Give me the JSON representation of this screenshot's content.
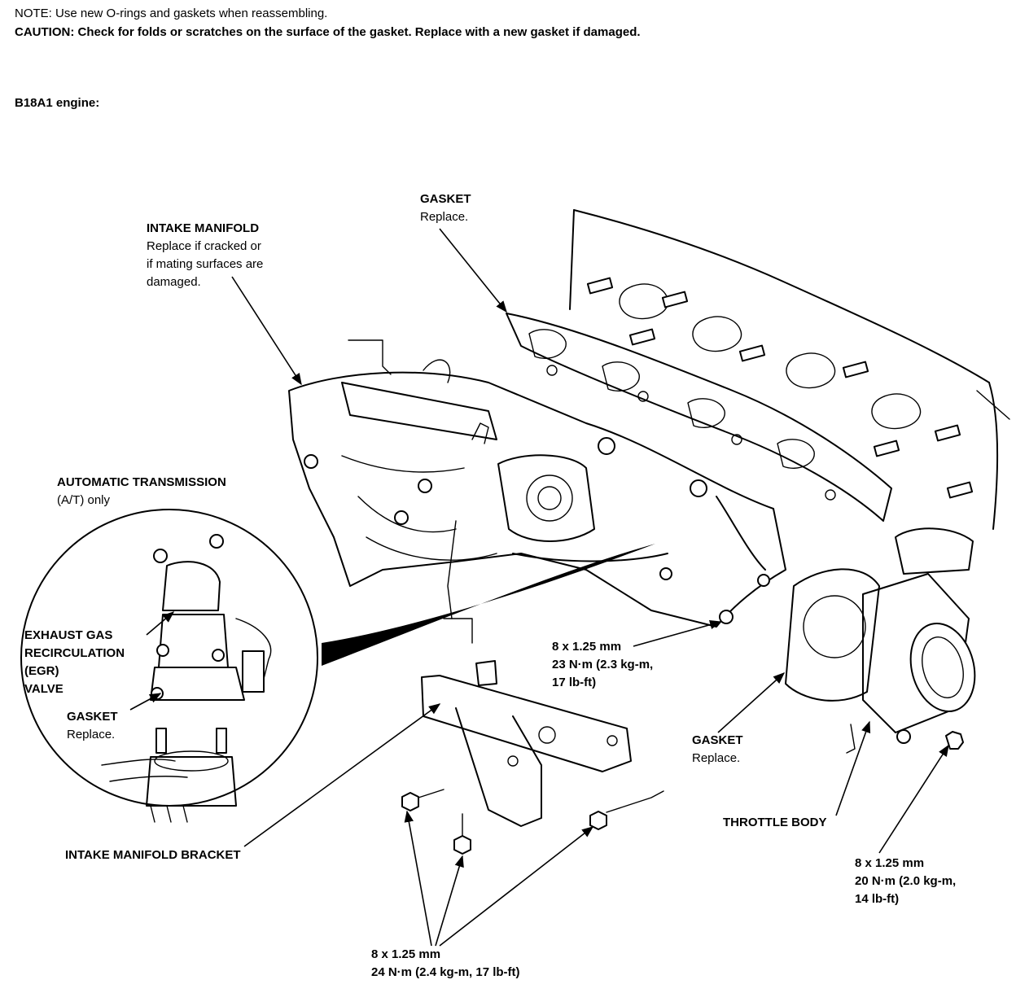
{
  "header": {
    "note_label": "NOTE:",
    "note_text": "Use new O-rings and gaskets when reassembling.",
    "caution_label": "CAUTION:",
    "caution_text": "Check for folds or scratches on the surface of the gasket. Replace with a new gasket if damaged.",
    "engine": "B18A1 engine:"
  },
  "labels": {
    "gasket_top": {
      "title": "GASKET",
      "lines": [
        "Replace."
      ]
    },
    "intake_manifold": {
      "title": "INTAKE MANIFOLD",
      "lines": [
        "Replace if cracked or",
        "if mating surfaces are",
        "damaged."
      ]
    },
    "at_only": {
      "title": "AUTOMATIC TRANSMISSION",
      "lines": [
        "(A/T) only"
      ]
    },
    "egr": {
      "lines": [
        "EXHAUST GAS",
        "RECIRCULATION",
        "(EGR)",
        "VALVE"
      ]
    },
    "gasket_egr": {
      "title": "GASKET",
      "lines": [
        "Replace."
      ]
    },
    "torque_mid": {
      "lines": [
        "8 x 1.25 mm",
        "23 N·m (2.3 kg-m,",
        "17 lb-ft)"
      ]
    },
    "gasket_throttle": {
      "title": "GASKET",
      "lines": [
        "Replace."
      ]
    },
    "throttle_body": {
      "title": "THROTTLE BODY"
    },
    "bracket": {
      "title": "INTAKE MANIFOLD BRACKET"
    },
    "torque_right": {
      "lines": [
        "8 x 1.25 mm",
        "20 N·m (2.0 kg-m,",
        "14 lb-ft)"
      ]
    },
    "torque_bottom": {
      "lines": [
        "8 x 1.25 mm",
        "24 N·m (2.4 kg-m, 17 lb-ft)"
      ]
    }
  }
}
